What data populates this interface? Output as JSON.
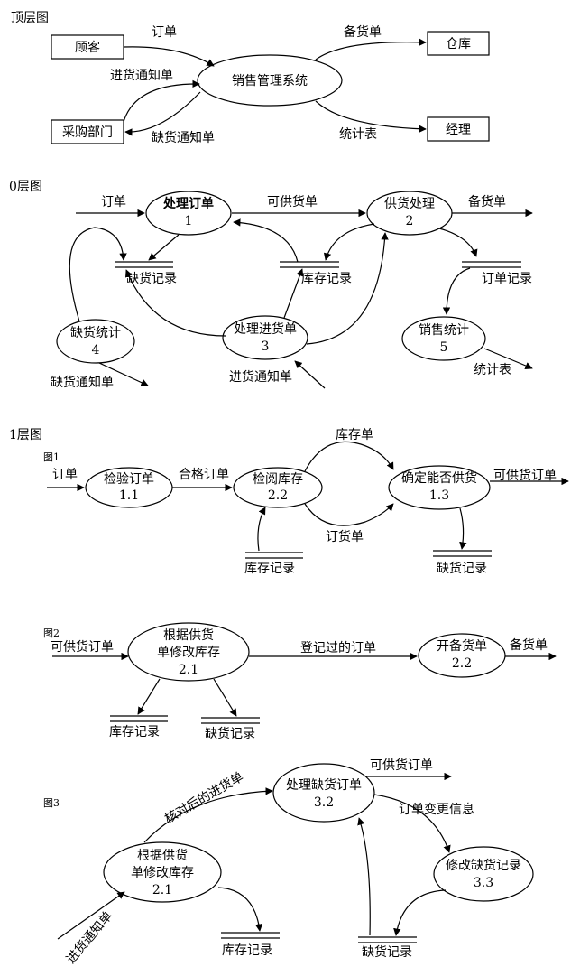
{
  "sections": {
    "top": "顶层图",
    "level0": "0层图",
    "level1": "1层图",
    "fig1": "图1",
    "fig2": "图2",
    "fig3": "图3"
  },
  "top": {
    "entity_customer": "顾客",
    "entity_purchase": "采购部门",
    "entity_warehouse": "仓库",
    "entity_manager": "经理",
    "system": "销售管理系统",
    "flow_order": "订单",
    "flow_restock_notice": "进货通知单",
    "flow_shortage_notice": "缺货通知单",
    "flow_prepare_list": "备货单",
    "flow_stats": "统计表"
  },
  "level0": {
    "p1_name": "处理订单",
    "p1_num": "1",
    "p2_name": "供货处理",
    "p2_num": "2",
    "p3_name": "处理进货单",
    "p3_num": "3",
    "p4_name": "缺货统计",
    "p4_num": "4",
    "p5_name": "销售统计",
    "p5_num": "5",
    "store_shortage": "缺货记录",
    "store_inventory": "库存记录",
    "store_orders": "订单记录",
    "flow_order": "订单",
    "flow_available": "可供货单",
    "flow_prepare": "备货单",
    "flow_shortage_notice": "缺货通知单",
    "flow_restock_notice": "进货通知单",
    "flow_stats": "统计表"
  },
  "fig1": {
    "p11_name": "检验订单",
    "p11_num": "1.1",
    "p12_name": "检阅库存",
    "p12_num": "2.2",
    "p13_name": "确定能否供货",
    "p13_num": "1.3",
    "flow_order": "订单",
    "flow_qualified": "合格订单",
    "flow_inventory_list": "库存单",
    "flow_order_list": "订货单",
    "flow_available": "可供货订单",
    "store_inventory": "库存记录",
    "store_shortage": "缺货记录"
  },
  "fig2": {
    "p21_line1": "根据供货",
    "p21_line2": "单修改库存",
    "p21_num": "2.1",
    "p22_name": "开备货单",
    "p22_num": "2.2",
    "flow_available": "可供货订单",
    "flow_registered": "登记过的订单",
    "flow_prepare": "备货单",
    "store_inventory": "库存记录",
    "store_shortage": "缺货记录"
  },
  "fig3": {
    "p21_line1": "根据供货",
    "p21_line2": "单修改库存",
    "p21_num": "2.1",
    "p32_name": "处理缺货订单",
    "p32_num": "3.2",
    "p33_name": "修改缺货记录",
    "p33_num": "3.3",
    "flow_checked": "核对后的进货单",
    "flow_available": "可供货订单",
    "flow_change": "订单变更信息",
    "flow_restock_notice": "进货通知单",
    "store_inventory": "库存记录",
    "store_shortage": "缺货记录"
  }
}
